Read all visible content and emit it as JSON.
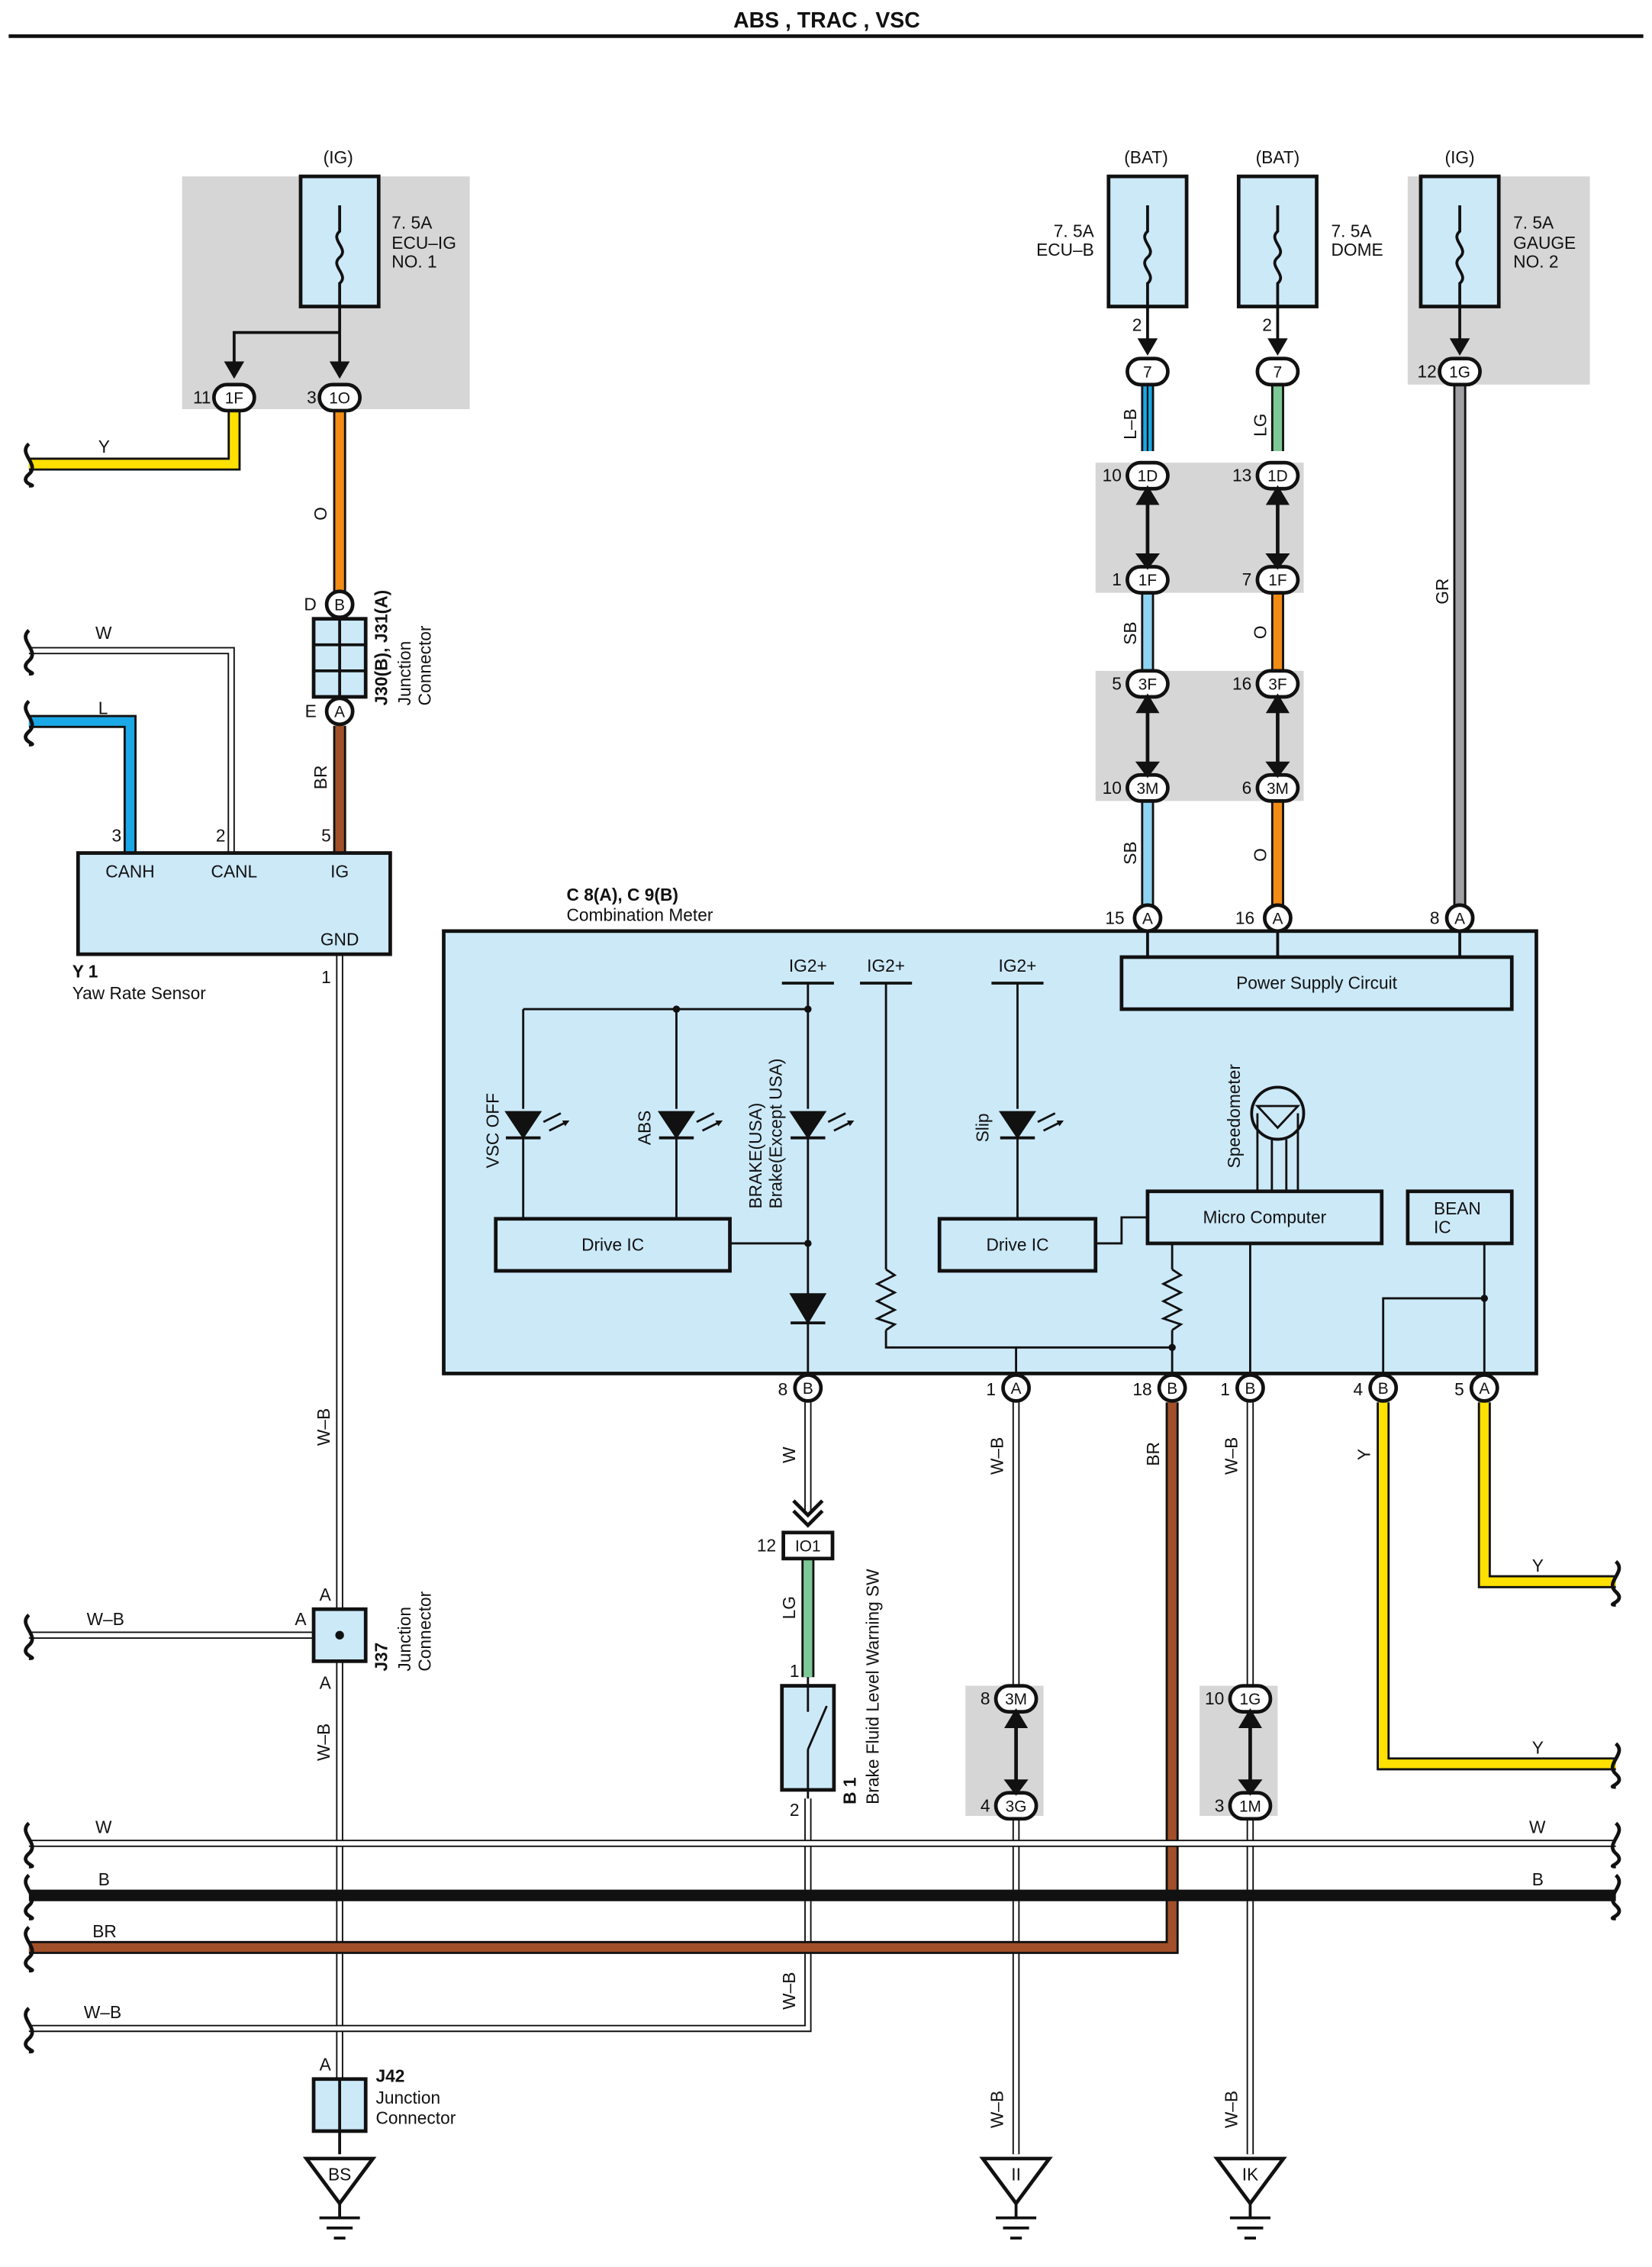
{
  "title": "ABS , TRAC , VSC",
  "colors": {
    "Y": "#ffe000",
    "O": "#f28c14",
    "BR": "#a2502a",
    "L": "#1aa8e6",
    "SB": "#8fd3f2",
    "LG": "#7dc896",
    "GR": "#a0a0a4",
    "B": "#111111",
    "W": "#ffffff",
    "box_fill": "#cce9f8",
    "shade": "#d6d6d6"
  },
  "fuses": [
    {
      "source": "(IG)",
      "rating": "7. 5A",
      "name1": "ECU–IG",
      "name2": "NO. 1"
    },
    {
      "source": "(BAT)",
      "rating": "7. 5A",
      "name1": "ECU–B",
      "name2": ""
    },
    {
      "source": "(BAT)",
      "rating": "7. 5A",
      "name1": "DOME",
      "name2": ""
    },
    {
      "source": "(IG)",
      "rating": "7. 5A",
      "name1": "GAUGE",
      "name2": "NO. 2"
    }
  ],
  "pins": {
    "p11": "11",
    "p3": "3",
    "p2a": "2",
    "p2b": "2",
    "p12": "12",
    "p10": "10",
    "p13": "13",
    "p1": "1",
    "p7": "7",
    "p5": "5",
    "p16": "16",
    "p10b": "10",
    "p6": "6",
    "p15": "15",
    "p16b": "16",
    "p8": "8",
    "pD": "D",
    "pE": "E",
    "ys3": "3",
    "ys2": "2",
    "ys5": "5",
    "ys1": "1",
    "cm8": "8",
    "cm1": "1",
    "cm18": "18",
    "cm1b": "1",
    "cm4": "4",
    "cm5": "5",
    "io12": "12",
    "sw1": "1",
    "sw2": "2",
    "j37a1": "A",
    "j37a2": "A",
    "j37a3": "A",
    "j42a": "A",
    "c8": "8",
    "c4": "4",
    "c10": "10",
    "c3": "3"
  },
  "connectors": {
    "c1F": "1F",
    "c1O": "1O",
    "c7a": "7",
    "c7b": "7",
    "c1G": "1G",
    "c1D": "1D",
    "c1Db": "1D",
    "c1F2": "1F",
    "c1F3": "1F",
    "c3F": "3F",
    "c3Fb": "3F",
    "c3M": "3M",
    "c3Mb": "3M",
    "cA": "A",
    "cB": "B",
    "IO1": "IO1",
    "c3M2": "3M",
    "c3G": "3G",
    "c1G2": "1G",
    "c1M": "1M"
  },
  "wires": {
    "Y": "Y",
    "O": "O",
    "W": "W",
    "L": "L",
    "BR": "BR",
    "WB": "W–B",
    "LB": "L–B",
    "LG": "LG",
    "SB": "SB",
    "GR": "GR",
    "B": "B"
  },
  "junction_j30": {
    "id": "J30(B), J31(A)",
    "line1": "Junction",
    "line2": "Connector"
  },
  "junction_j37": {
    "id": "J37",
    "line1": "Junction",
    "line2": "Connector"
  },
  "junction_j42": {
    "id": "J42",
    "line1": "Junction",
    "line2": "Connector"
  },
  "yaw_sensor": {
    "id": "Y 1",
    "name": "Yaw Rate Sensor",
    "canh": "CANH",
    "canl": "CANL",
    "ig": "IG",
    "gnd": "GND"
  },
  "combination_meter": {
    "id": "C 8(A), C 9(B)",
    "name": "Combination Meter",
    "power_supply": "Power Supply Circuit",
    "ig2": "IG2+",
    "vsc_off": "VSC OFF",
    "abs": "ABS",
    "brake_usa": "BRAKE(USA)",
    "brake_except": "Brake(Except USA)",
    "slip": "Slip",
    "drive_ic": "Drive IC",
    "speedometer": "Speedometer",
    "micro": "Micro Computer",
    "bean1": "BEAN",
    "bean2": "IC"
  },
  "brake_sw": {
    "id": "B 1",
    "name": "Brake Fluid Level Warning SW"
  },
  "grounds": [
    "BS",
    "II",
    "IK"
  ]
}
